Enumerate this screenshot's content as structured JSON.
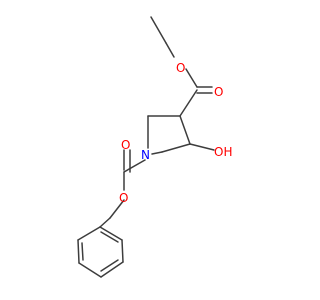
{
  "molecule": {
    "colors": {
      "bond": "#3d3d3d",
      "oxygen": "#ff0000",
      "nitrogen": "#0000ff"
    },
    "atoms": {
      "O_ester_single": "O",
      "O_ester_double": "O",
      "OH": "OH",
      "O_h_letter": "H",
      "N": "N",
      "O_carbamate_double": "O",
      "O_carbamate_single": "O"
    }
  }
}
